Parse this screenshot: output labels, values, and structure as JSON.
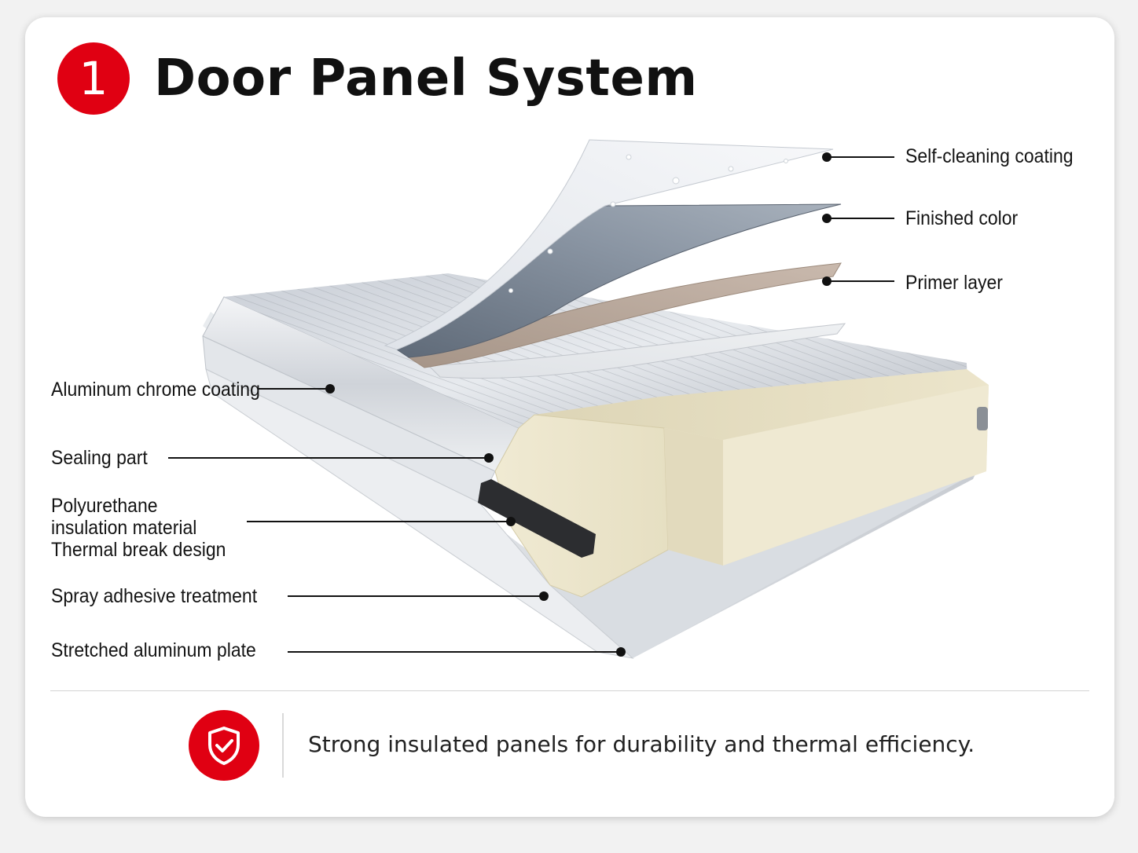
{
  "header": {
    "step_number": "1",
    "title": "Door Panel System"
  },
  "labels": {
    "self_cleaning": "Self-cleaning coating",
    "finished_color": "Finished color",
    "primer": "Primer layer",
    "aluminum_chrome": "Aluminum chrome coating",
    "sealing": "Sealing part",
    "polyurethane_line1": "Polyurethane",
    "polyurethane_line2": "insulation material",
    "thermal_break": "Thermal break design",
    "spray_adhesive": "Spray adhesive treatment",
    "stretched_plate": "Stretched aluminum plate"
  },
  "footer": {
    "icon": "shield-check-icon",
    "text": "Strong insulated panels for durability and thermal efficiency."
  },
  "colors": {
    "accent": "#e00012"
  }
}
